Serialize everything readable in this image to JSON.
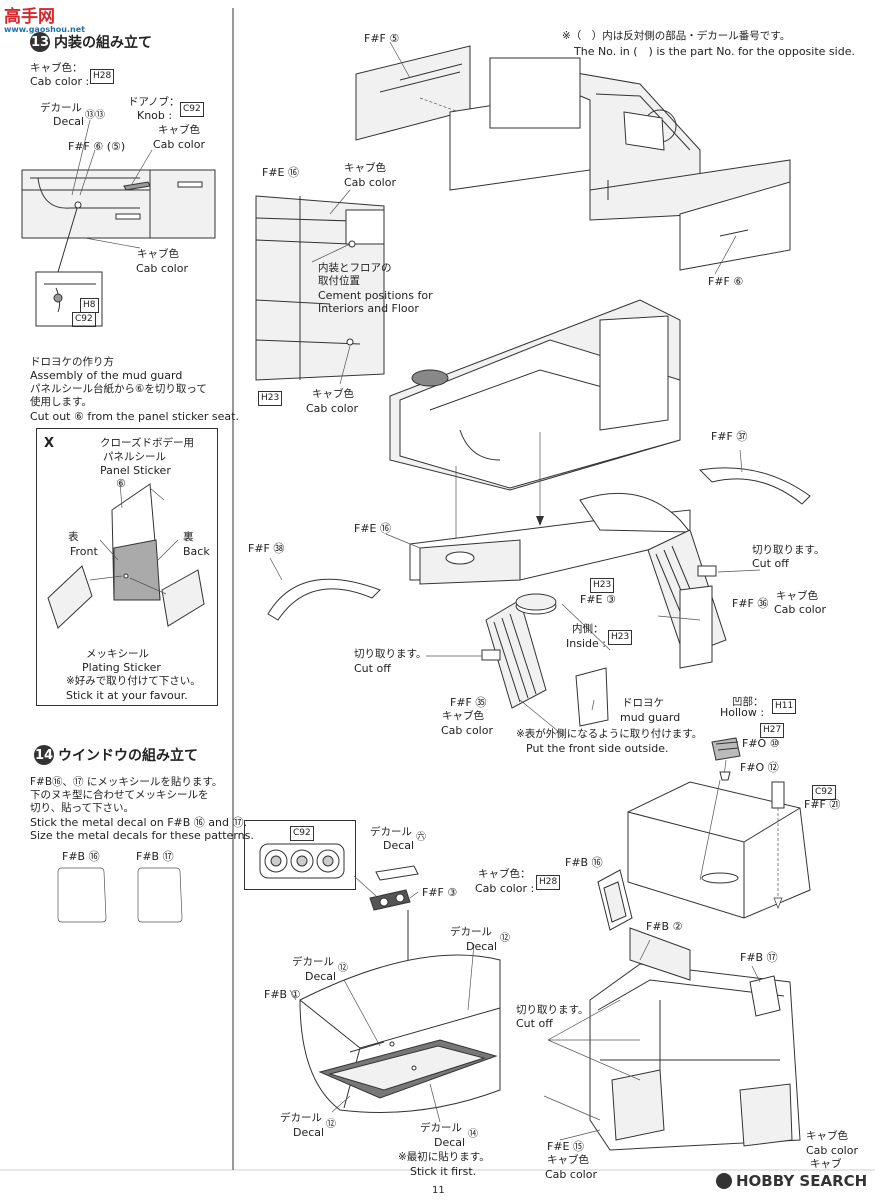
{
  "watermark_top": {
    "brand": "高手网",
    "url": "www.gaoshou.net"
  },
  "watermark_bottom": "HOBBY SEARCH",
  "page_number": "11",
  "note_top": {
    "ja": "※（　）内は反対側の部品・デカール番号です。",
    "en": "The No. in (　) is the part No. for the opposite side."
  },
  "step13": {
    "num": "13",
    "title": "内装の組み立て",
    "cab_color_ja": "キャブ色：",
    "cab_color_en": "Cab color :",
    "cab_color_code": "H28",
    "door_knob_ja": "ドアノブ：",
    "door_knob_en": "Knob :",
    "door_knob_code": "C92",
    "decal_ja": "デカール",
    "decal_en": "Decal",
    "decal_nums": "⑬⑬",
    "part_ff6": "F#F ⑥ (⑤)",
    "cab_color_label_ja": "キャブ色",
    "cab_color_label_en": "Cab color",
    "cab_color2_ja": "キャブ色",
    "cab_color2_en": "Cab color",
    "paint_h8": "H8",
    "paint_c92": "C92"
  },
  "mud_guard": {
    "title_ja": "ドロヨケの作り方",
    "title_en": "Assembly of the mud guard",
    "cut_ja": "パネルシール台紙から⑥を切り取って",
    "cut_ja2": "使用します。",
    "cut_en": "Cut out ⑥ from the panel sticker seat.",
    "x_label": "X",
    "sticker_ja": "クローズドボデー用",
    "sticker_ja2": "パネルシール",
    "sticker_en": "Panel Sticker",
    "sticker_num": "⑥",
    "front_ja": "表",
    "front_en": "Front",
    "back_ja": "裏",
    "back_en": "Back",
    "plating_ja": "メッキシール",
    "plating_en": "Plating Sticker",
    "favour_ja": "※好みで取り付けて下さい。",
    "favour_en": "Stick it at your favour."
  },
  "step14": {
    "num": "14",
    "title": "ウインドウの組み立て",
    "line1_ja": "F#B⑯、⑰ にメッキシールを貼ります。",
    "line2_ja": "下のヌキ型に合わせてメッキシールを",
    "line3_ja": "切り、貼って下さい。",
    "line1_en": "Stick the metal decal on F#B ⑯ and ⑰.",
    "line2_en": "Size the metal decals for these patterns.",
    "pattern_a": "F#B ⑯",
    "pattern_b": "F#B ⑰"
  },
  "main_labels": {
    "ff5": "F#F ⑤",
    "ff6": "F#F ⑥",
    "fe16_top": "F#E ⑯",
    "cab_color_ja": "キャブ色",
    "cab_color_en": "Cab color",
    "cement_ja": "内装とフロアの",
    "cement_ja2": "取付位置",
    "cement_en": "Cement positions for",
    "cement_en2": "Interiors and Floor",
    "ph23": "H23",
    "cab_color3_ja": "キャブ色",
    "cab_color3_en": "Cab color",
    "ff37": "F#F ㊲",
    "ff38": "F#F ㊳",
    "fe16": "F#E ⑯",
    "cutoff_ja": "切り取ります。",
    "cutoff_en": "Cut off",
    "ph23b": "H23",
    "fe3": "F#E ③",
    "ff36": "F#F ㊱",
    "cab_color4_ja": "キャブ色",
    "cab_color4_en": "Cab color",
    "inside_ja": "内側：",
    "inside_en": "Inside :",
    "inside_code": "H23",
    "cutoff2_ja": "切り取ります。",
    "cutoff2_en": "Cut off",
    "ff35": "F#F ㉟",
    "cab_color5_ja": "キャブ色",
    "cab_color5_en": "Cab color",
    "mud_ja": "ドロヨケ",
    "mud_en": "mud guard",
    "front_out_ja": "※表が外側になるように取り付けます。",
    "front_out_en": "Put the front side outside.",
    "hollow_ja": "凹部：",
    "hollow_en": "Hollow :",
    "hollow_code": "H11",
    "ph27": "H27",
    "fo10": "F#O ⑩",
    "fo12": "F#O ⑫",
    "pc92": "C92",
    "ff21": "F#F ㉑",
    "pc92b": "C92",
    "decal65_ja": "デカール",
    "decal65_en": "Decal",
    "decal65_num": "㊅",
    "ff3": "F#F ③",
    "cab_color6_ja": "キャブ色：",
    "cab_color6_en": "Cab color :",
    "cab_color6_code": "H28",
    "fb16": "F#B ⑯",
    "fb2": "F#B ②",
    "fb17": "F#B ⑰",
    "decal123_ja": "デカール",
    "decal123_en": "Decal",
    "decal123_num": "⑫",
    "decal125_ja": "デカール",
    "decal125_en": "Decal",
    "decal125_num": "⑫",
    "fb1": "F#B ①",
    "cutoff3_ja": "切り取ります。",
    "cutoff3_en": "Cut off",
    "decal124_ja": "デカール",
    "decal124_en": "Decal",
    "decal124_num": "⑫",
    "decal64_ja": "デカール",
    "decal64_en": "Decal",
    "decal64_num": "⑭",
    "first_ja": "※最初に貼ります。",
    "first_en": "Stick it first.",
    "fe15": "F#E ⑮",
    "cab_color7_ja": "キャブ色",
    "cab_color7_en": "Cab color",
    "cab_color8_ja": "キャブ色",
    "cab_color8_en": "Cab color",
    "cab_color9_ja": "キャブ"
  },
  "colors": {
    "ink": "#222222",
    "watermark_red": "#d8262b",
    "fill_grey": "#f1f1f1"
  }
}
